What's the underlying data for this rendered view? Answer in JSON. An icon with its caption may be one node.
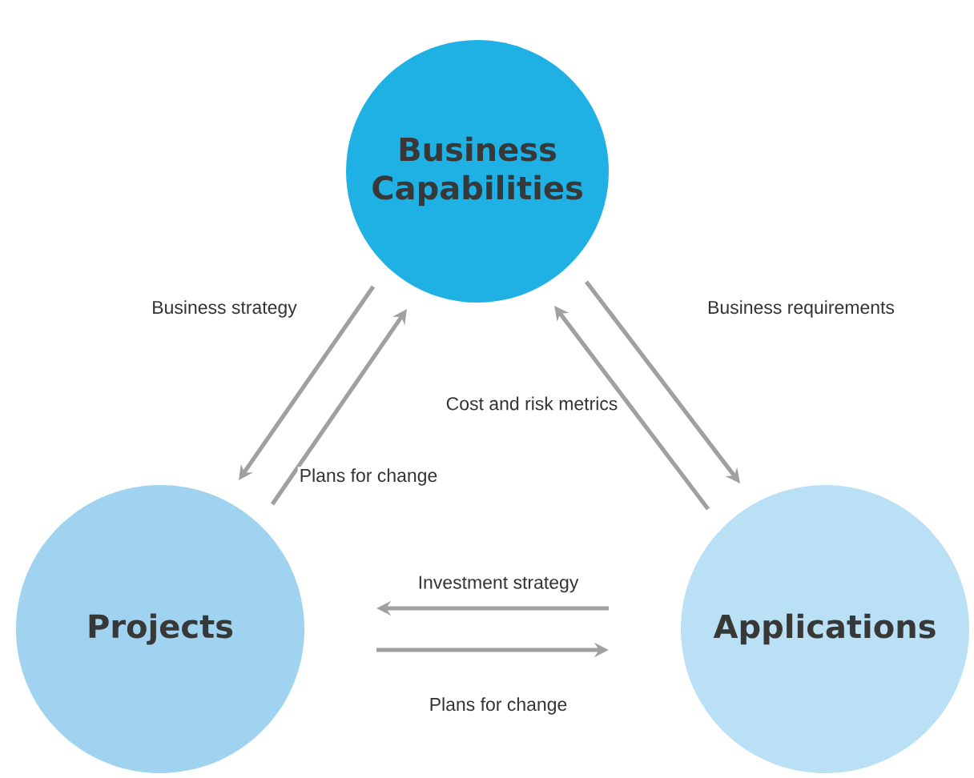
{
  "diagram": {
    "nodes": [
      {
        "text": [
          "Business Capabilities"
        ]
      },
      {
        "text": [
          "Projects"
        ]
      },
      {
        "text": [
          "Applications"
        ]
      }
    ],
    "edges": [
      {
        "from": 0,
        "to": 1,
        "arrow": "to",
        "label": "Business strategy"
      },
      {
        "from": 1,
        "to": 0,
        "arrow": "to",
        "label": "Plans for change"
      },
      {
        "from": 0,
        "to": 2,
        "arrow": "to",
        "label": "Business requirements"
      },
      {
        "from": 2,
        "to": 0,
        "arrow": "to",
        "label": "Cost and risk metrics"
      },
      {
        "from": 2,
        "to": 1,
        "arrow": "to",
        "label": "Investment strategy"
      },
      {
        "from": 1,
        "to": 2,
        "arrow": "to",
        "label": "Plans for change"
      }
    ]
  }
}
